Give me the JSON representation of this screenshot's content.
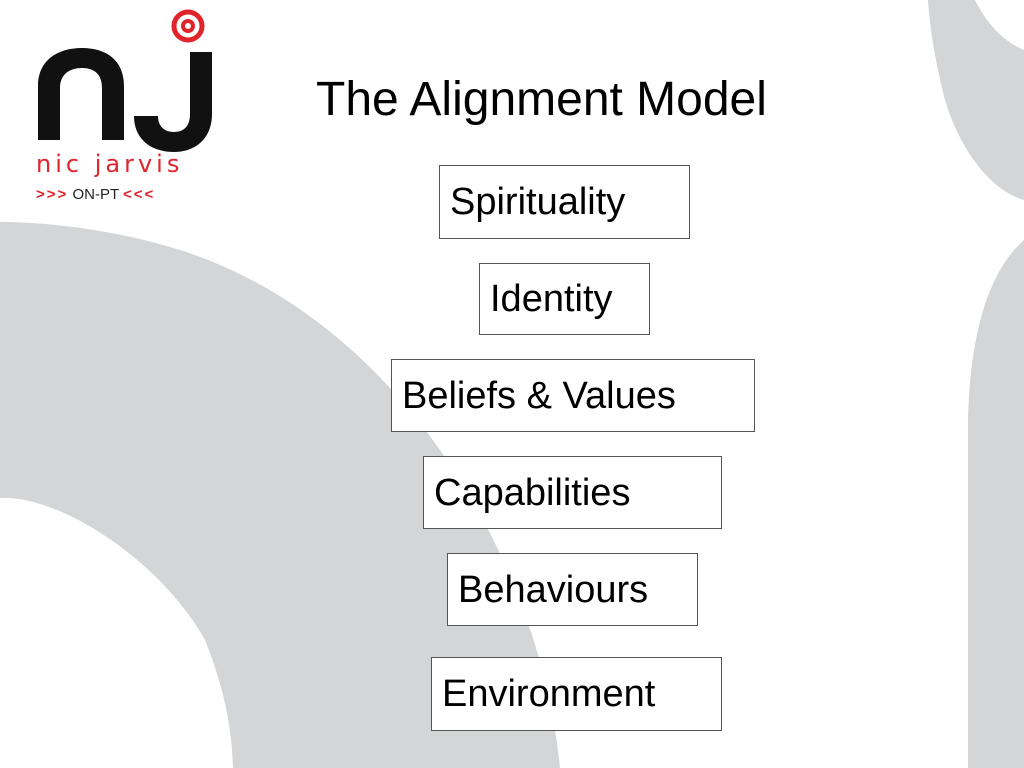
{
  "slide": {
    "title": "The Alignment Model"
  },
  "logo": {
    "name": "nic jarvis",
    "tagline_left": ">>>",
    "tagline_middle": "ON-PT",
    "tagline_right": "<<<",
    "brand_color": "#e0242b"
  },
  "levels": [
    {
      "label": "Spirituality"
    },
    {
      "label": "Identity"
    },
    {
      "label": "Beliefs & Values"
    },
    {
      "label": "Capabilities"
    },
    {
      "label": "Behaviours"
    },
    {
      "label": "Environment"
    }
  ],
  "colors": {
    "background_arcs": "#d3d5d6",
    "box_border": "#555555"
  }
}
